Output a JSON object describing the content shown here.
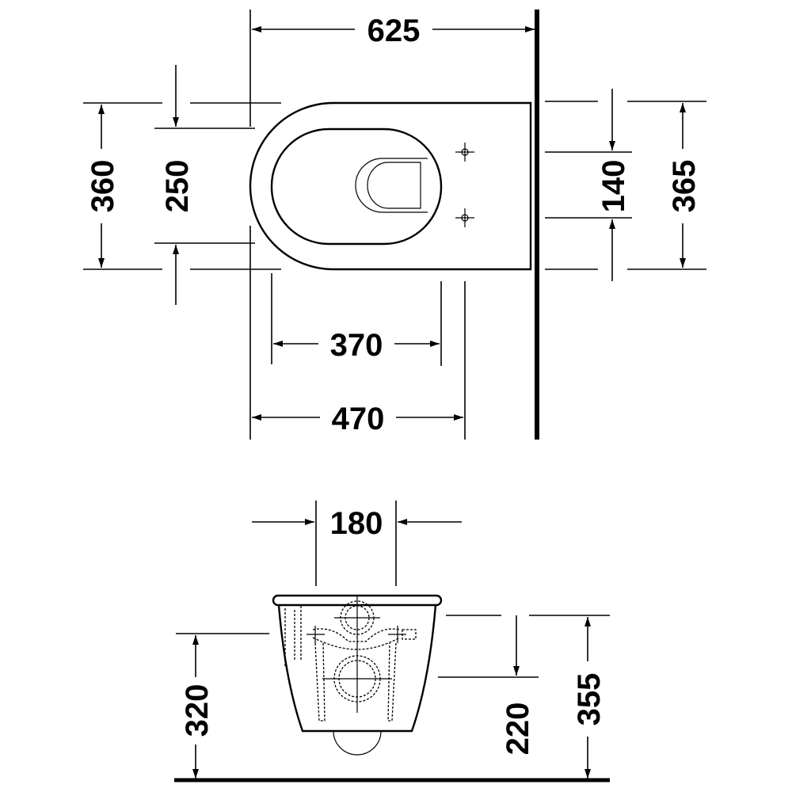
{
  "title": "Wall-hung toilet dimension drawing",
  "top_view": {
    "width_total": "625",
    "seat_width_outer": "360",
    "seat_width_inner": "250",
    "fixing_hole_spacing": "140",
    "width_at_wall": "365",
    "inner_length": "370",
    "length_to_holes": "470"
  },
  "front_view": {
    "fixing_spacing": "180",
    "height_rim": "320",
    "height_outlet": "220",
    "height_total": "355"
  },
  "colors": {
    "line": "#000000",
    "background": "#ffffff"
  }
}
